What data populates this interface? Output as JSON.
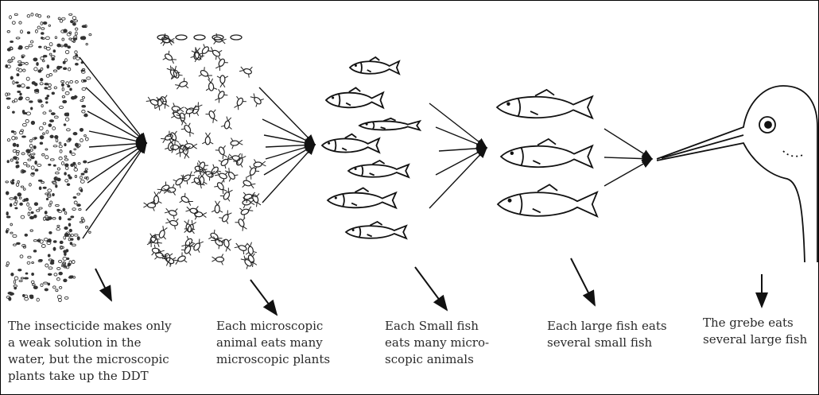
{
  "captions": {
    "plants": "The insecticide makes only\na weak solution in the\nwater, but the microscopic\nplants take up the DDT",
    "micro_animals": "Each microscopic\nanimal eats many\nmicroscopic plants",
    "small_fish": "Each Small fish\neats many micro-\nscopic animals",
    "large_fish": "Each large fish eats\nseveral small fish",
    "grebe": "The grebe eats\nseveral large fish"
  },
  "colors": {
    "ink": "#111111",
    "text": "#2a2a2a",
    "background": "#ffffff"
  }
}
